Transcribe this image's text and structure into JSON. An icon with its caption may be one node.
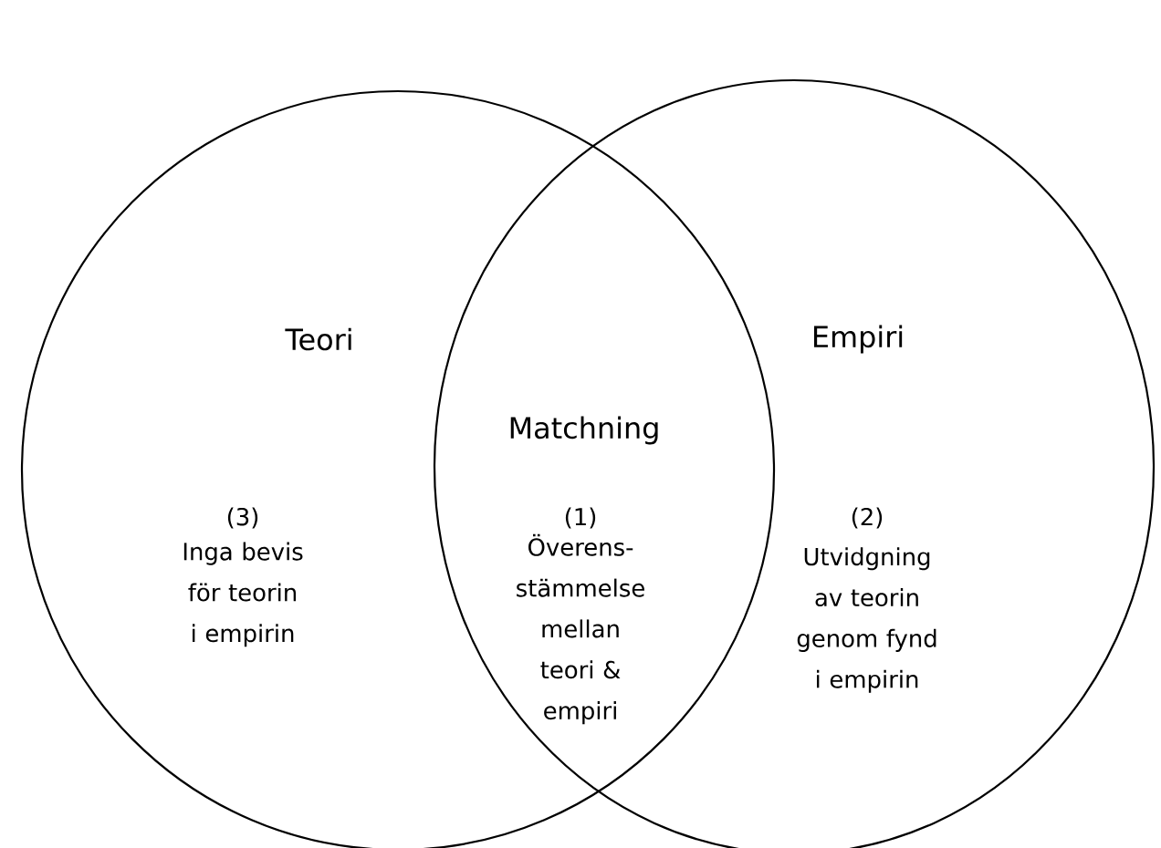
{
  "diagram": {
    "nodes": [
      {
        "text": [
          "Teori",
          "(3)",
          "Inga bevis för teorin i empirin"
        ]
      },
      {
        "text": [
          "Empiri",
          "(2)",
          "Utvidgning av teorin genom fynd i empirin"
        ]
      }
    ],
    "labels": [
      "Matchning",
      "(1)",
      "Överens-stämmelse mellan teori & empiri"
    ]
  }
}
